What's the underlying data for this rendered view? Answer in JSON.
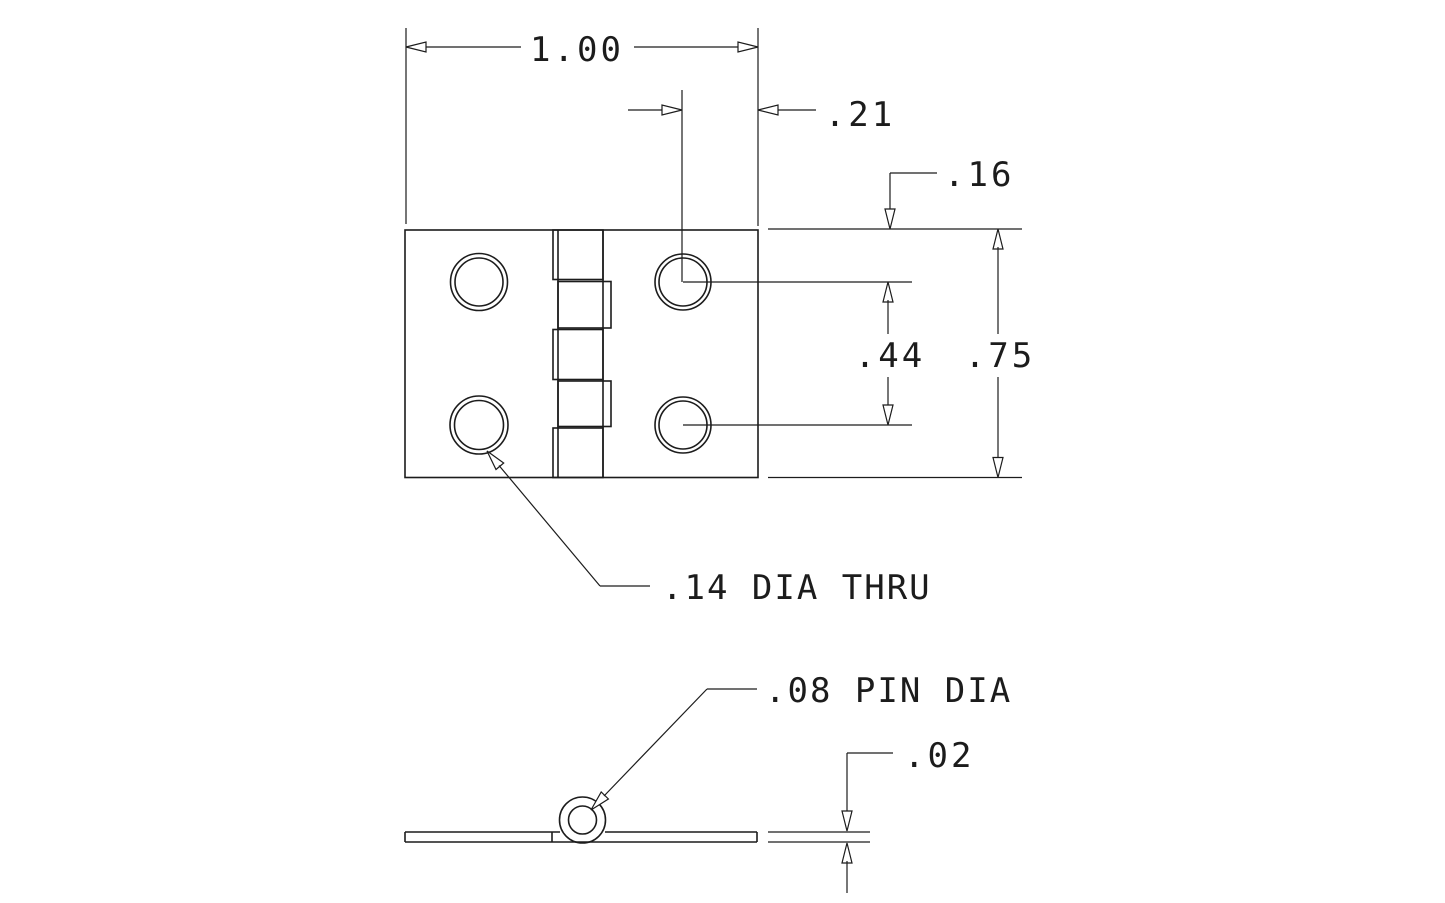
{
  "drawing": {
    "type": "mechanical-drawing",
    "subject": "hinge",
    "colors": {
      "line": "#1c1c1c",
      "background": "#ffffff"
    },
    "dimensions": {
      "overall_width": "1.00",
      "hole_edge_offset": ".21",
      "hole_top_offset": ".16",
      "hole_vertical_spacing": ".44",
      "overall_height": ".75",
      "hole_diameter_note": ".14 DIA THRU",
      "pin_diameter_note": ".08 PIN DIA",
      "leaf_thickness": ".02"
    }
  }
}
